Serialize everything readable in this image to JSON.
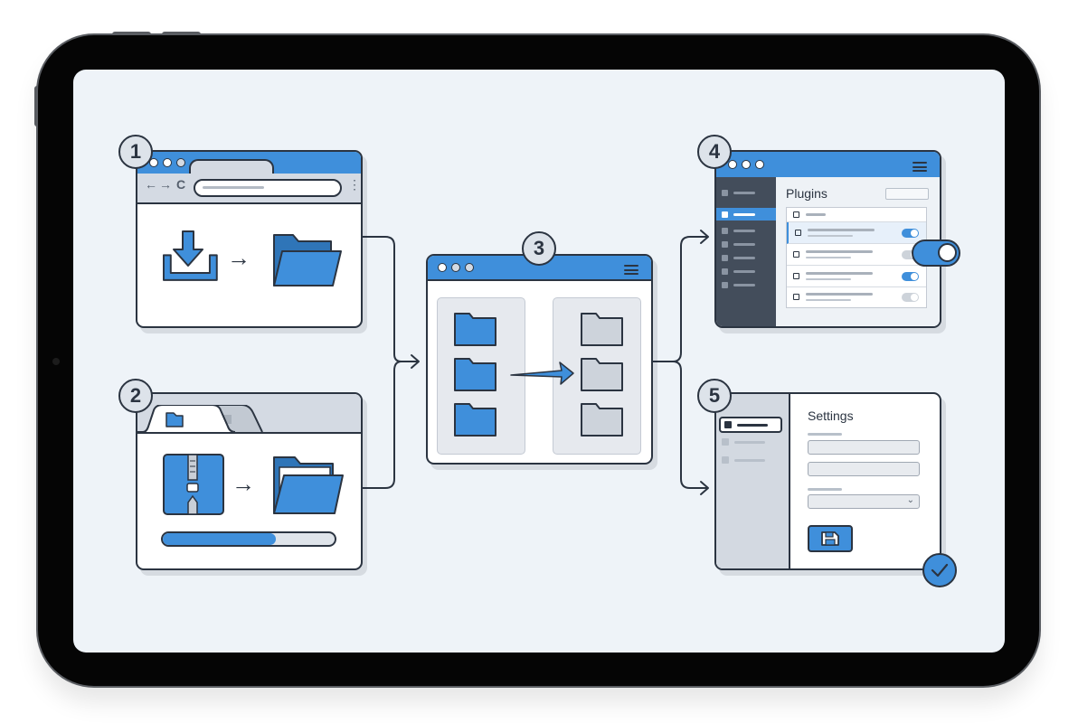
{
  "device": {
    "type": "tablet",
    "frame_color": "#050505",
    "screen_bg": "#eef3f8"
  },
  "colors": {
    "accent": "#3f8fdb",
    "outline": "#2b3441",
    "gray_panel": "#d4dae3",
    "dark_sidebar": "#434d5b"
  },
  "steps": [
    {
      "number": "1",
      "name": "download",
      "window": "browser",
      "icons": [
        "back-arrow-icon",
        "forward-arrow-icon",
        "reload-icon",
        "more-icon",
        "download-icon",
        "arrow-right-icon",
        "folder-open-icon"
      ]
    },
    {
      "number": "2",
      "name": "extract",
      "window": "file-explorer",
      "icons": [
        "folder-icon",
        "zip-archive-icon",
        "arrow-right-icon",
        "folder-open-icon"
      ],
      "progress_percent": 55
    },
    {
      "number": "3",
      "name": "move-files",
      "window": "file-manager",
      "left_folders": 3,
      "right_folders": 3,
      "icons": [
        "menu-icon",
        "folder-icon",
        "move-arrow-icon"
      ]
    },
    {
      "number": "4",
      "name": "enable-plugin",
      "window": "admin-panel",
      "title": "Plugins",
      "rows": [
        {
          "checkbox": false,
          "toggle": null
        },
        {
          "checkbox": false,
          "toggle": "on",
          "highlighted": true
        },
        {
          "checkbox": false,
          "toggle": "off"
        },
        {
          "checkbox": false,
          "toggle": "on"
        },
        {
          "checkbox": false,
          "toggle": "off"
        }
      ],
      "callout_toggle": "on"
    },
    {
      "number": "5",
      "name": "configure-settings",
      "window": "settings",
      "title": "Settings",
      "icons": [
        "save-icon",
        "check-icon",
        "chevron-down-icon"
      ]
    }
  ],
  "glyphs": {
    "back": "←",
    "forward": "→",
    "reload": "C",
    "more": "⋮",
    "arrow": "→",
    "chevron": "⌄"
  }
}
